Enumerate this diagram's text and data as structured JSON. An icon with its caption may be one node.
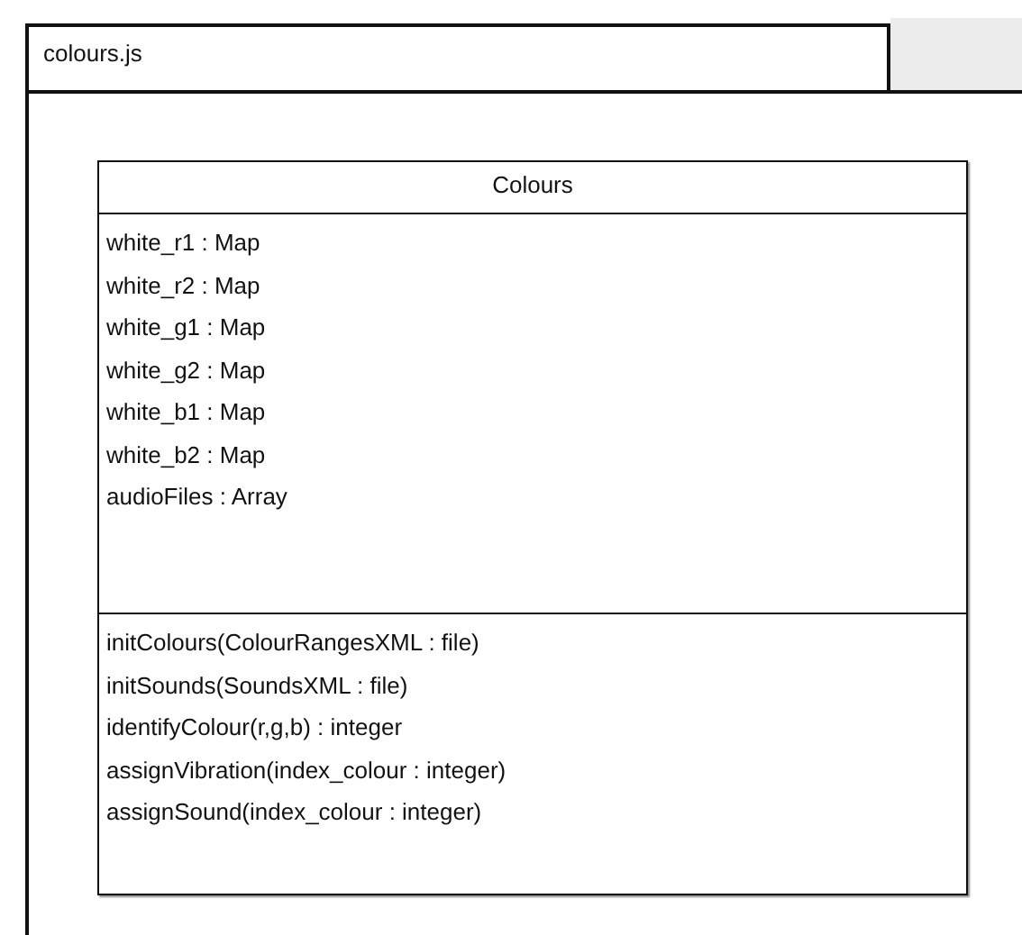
{
  "diagram": {
    "nodes": [
      {
        "text": [
          "colours.js"
        ]
      },
      {
        "text": [
          "Colours"
        ],
        "in": 0
      },
      {
        "text": [
          "white_r1 : Map",
          "white_r2 : Map",
          "white_g1 : Map",
          "white_g2 : Map",
          "white_b1 : Map",
          "white_b2 : Map",
          "audioFiles : Array"
        ],
        "in": 1
      },
      {
        "text": [
          "initColours(ColourRangesXML : file)",
          "initSounds(SoundsXML : file)",
          "identifyColour(r,g,b) : integer",
          "assignVibration(index_colour : integer)",
          "assignSound(index_colour : integer)"
        ],
        "in": 1
      }
    ]
  }
}
